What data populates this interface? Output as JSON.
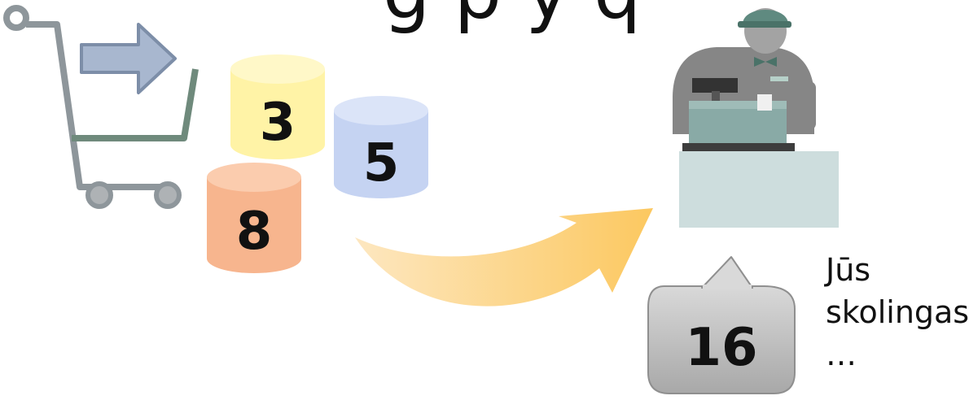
{
  "title_partial": "g p y q",
  "items": [
    {
      "value": "3",
      "color": "#fff3a6"
    },
    {
      "value": "5",
      "color": "#c5d3f2"
    },
    {
      "value": "8",
      "color": "#f7b58e"
    }
  ],
  "total": {
    "value": "16"
  },
  "speech": {
    "line1": "Jūs",
    "line2": "skolingas",
    "line3": "…"
  }
}
